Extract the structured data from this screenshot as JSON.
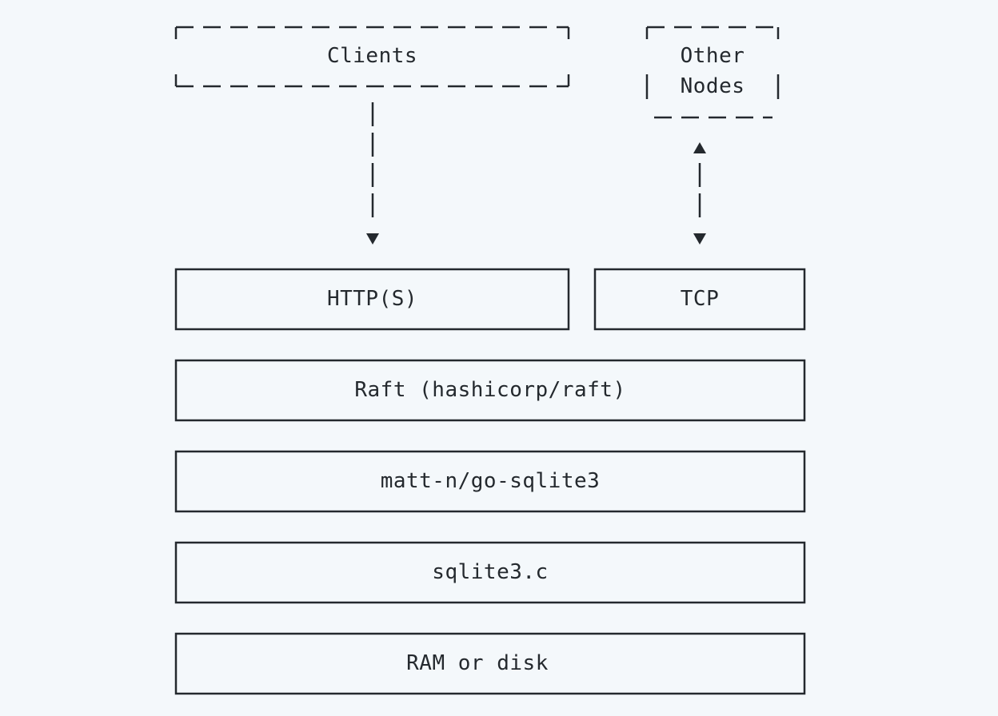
{
  "diagram": {
    "clients": {
      "label": "Clients"
    },
    "other_nodes": {
      "line1": "Other",
      "line2": "Nodes"
    },
    "layers": {
      "http": "HTTP(S)",
      "tcp": "TCP",
      "raft": "Raft (hashicorp/raft)",
      "go_sqlite": "matt-n/go-sqlite3",
      "sqlite_c": "sqlite3.c",
      "storage": "RAM or disk"
    }
  }
}
